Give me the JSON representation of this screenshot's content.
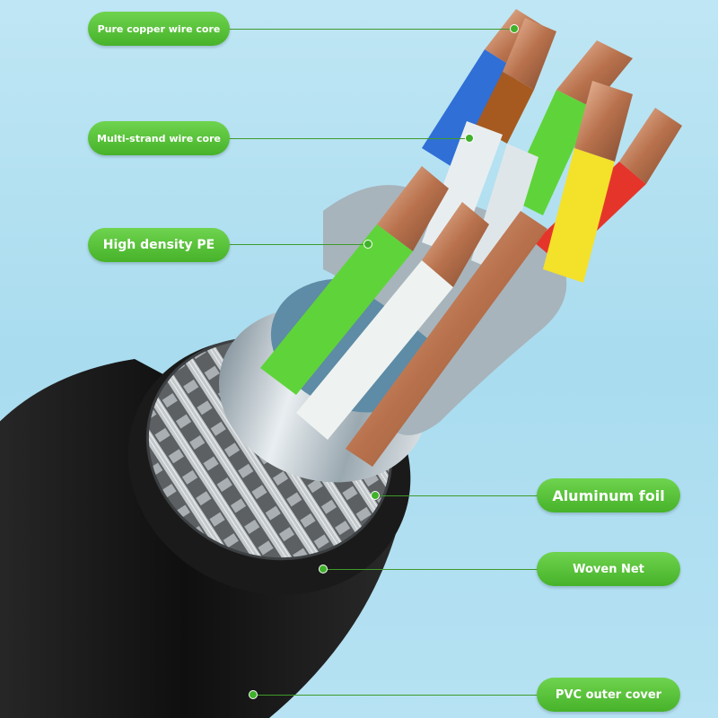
{
  "labels": {
    "pure_copper": "Pure copper wire core",
    "multi_strand": "Multi-strand wire core",
    "high_density_pe": "High density PE",
    "aluminum_foil": "Aluminum foil",
    "woven_net": "Woven Net",
    "pvc_outer_cover": "PVC outer cover"
  },
  "colors": {
    "label_green": "#46b22a",
    "background": "#a9dcef",
    "jacket": "#141414",
    "copper": "#c9855f",
    "wire_blue": "#2f6fd6",
    "wire_brown": "#a65a1f",
    "wire_white": "#e8eef0",
    "wire_green": "#5fd43a",
    "wire_yellow": "#f4e12a",
    "wire_red": "#e5352b"
  }
}
